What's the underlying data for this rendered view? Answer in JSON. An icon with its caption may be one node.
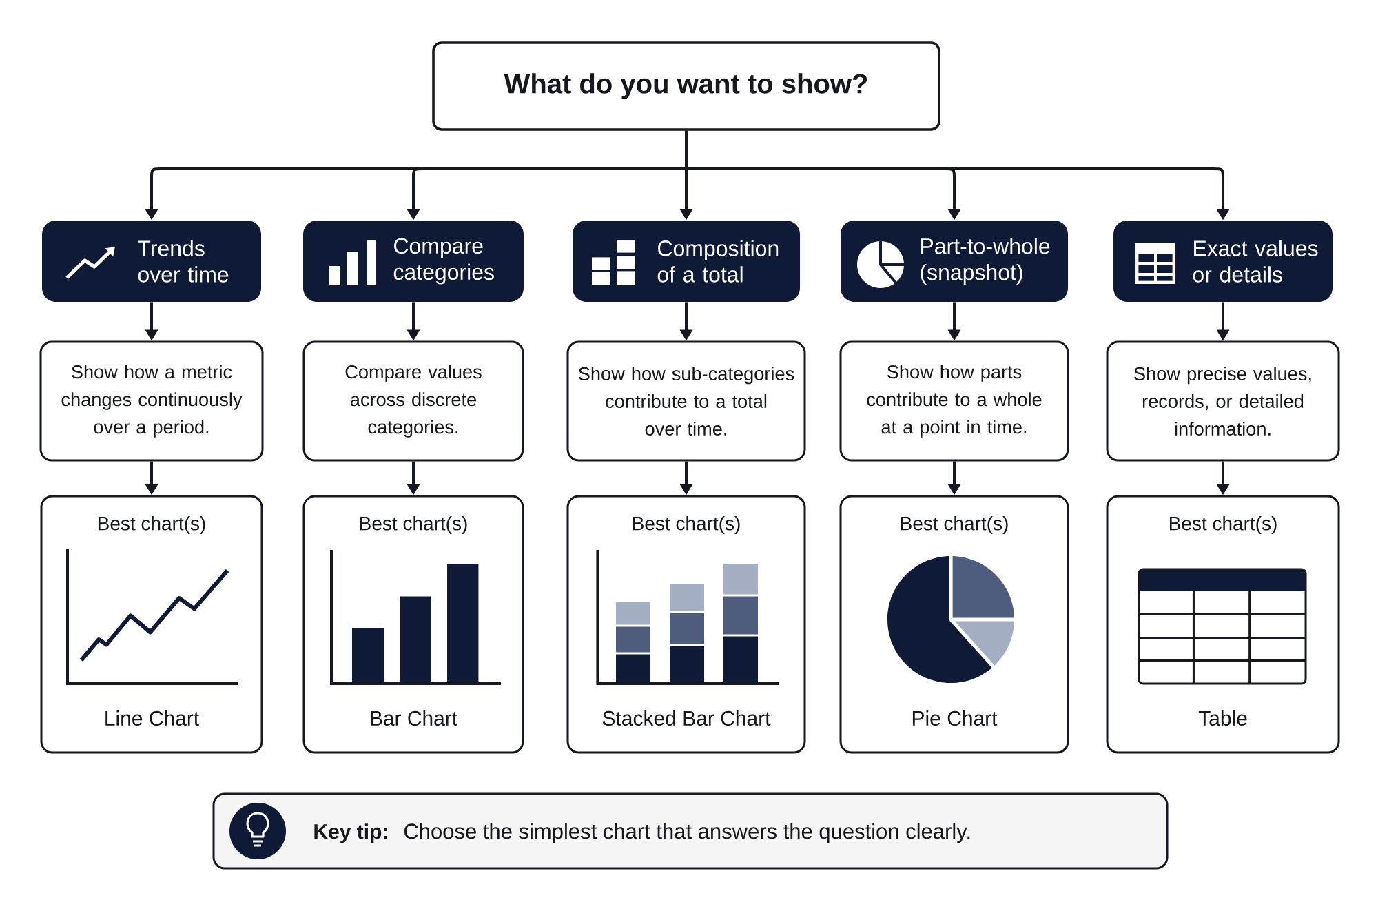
{
  "diagram": {
    "nodes": [
      {
        "text": [
          "What do you want to show?"
        ]
      },
      {
        "text": [
          "Trends over time"
        ]
      },
      {
        "text": [
          "Compare categories"
        ]
      },
      {
        "text": [
          "Composition of a total"
        ]
      },
      {
        "text": [
          "Part-to-whole (snapshot)"
        ]
      },
      {
        "text": [
          "Exact values or details"
        ]
      },
      {
        "text": [
          "Show how a metric changes continuously over a period."
        ]
      },
      {
        "text": [
          "Compare values across discrete categories."
        ]
      },
      {
        "text": [
          "Show how sub-categories contribute to a total over time."
        ]
      },
      {
        "text": [
          "Show how parts contribute to a whole at a point in time."
        ]
      },
      {
        "text": [
          "Show precise values, records, or detailed information."
        ]
      },
      {
        "text": [
          "Best chart(s)",
          "Line Chart"
        ]
      },
      {
        "text": [
          "Best chart(s)",
          "Bar Chart"
        ]
      },
      {
        "text": [
          "Best chart(s)",
          "Stacked Bar Chart"
        ]
      },
      {
        "text": [
          "Best chart(s)",
          "Pie Chart"
        ]
      },
      {
        "text": [
          "Best chart(s)",
          "Table"
        ]
      },
      {
        "text": [
          "Key tip:",
          "Choose the simplest chart that answers the question clearly."
        ]
      }
    ],
    "edges": [
      {
        "from": 0,
        "to": 1,
        "arrow": "to"
      },
      {
        "from": 0,
        "to": 2,
        "arrow": "to"
      },
      {
        "from": 0,
        "to": 3,
        "arrow": "to"
      },
      {
        "from": 0,
        "to": 4,
        "arrow": "to"
      },
      {
        "from": 0,
        "to": 5,
        "arrow": "to"
      },
      {
        "from": 1,
        "to": 6,
        "arrow": "to"
      },
      {
        "from": 2,
        "to": 7,
        "arrow": "to"
      },
      {
        "from": 3,
        "to": 8,
        "arrow": "to"
      },
      {
        "from": 4,
        "to": 9,
        "arrow": "to"
      },
      {
        "from": 5,
        "to": 10,
        "arrow": "to"
      },
      {
        "from": 6,
        "to": 11,
        "arrow": "to"
      },
      {
        "from": 7,
        "to": 12,
        "arrow": "to"
      },
      {
        "from": 8,
        "to": 13,
        "arrow": "to"
      },
      {
        "from": 9,
        "to": 14,
        "arrow": "to"
      },
      {
        "from": 10,
        "to": 15,
        "arrow": "to"
      }
    ]
  }
}
